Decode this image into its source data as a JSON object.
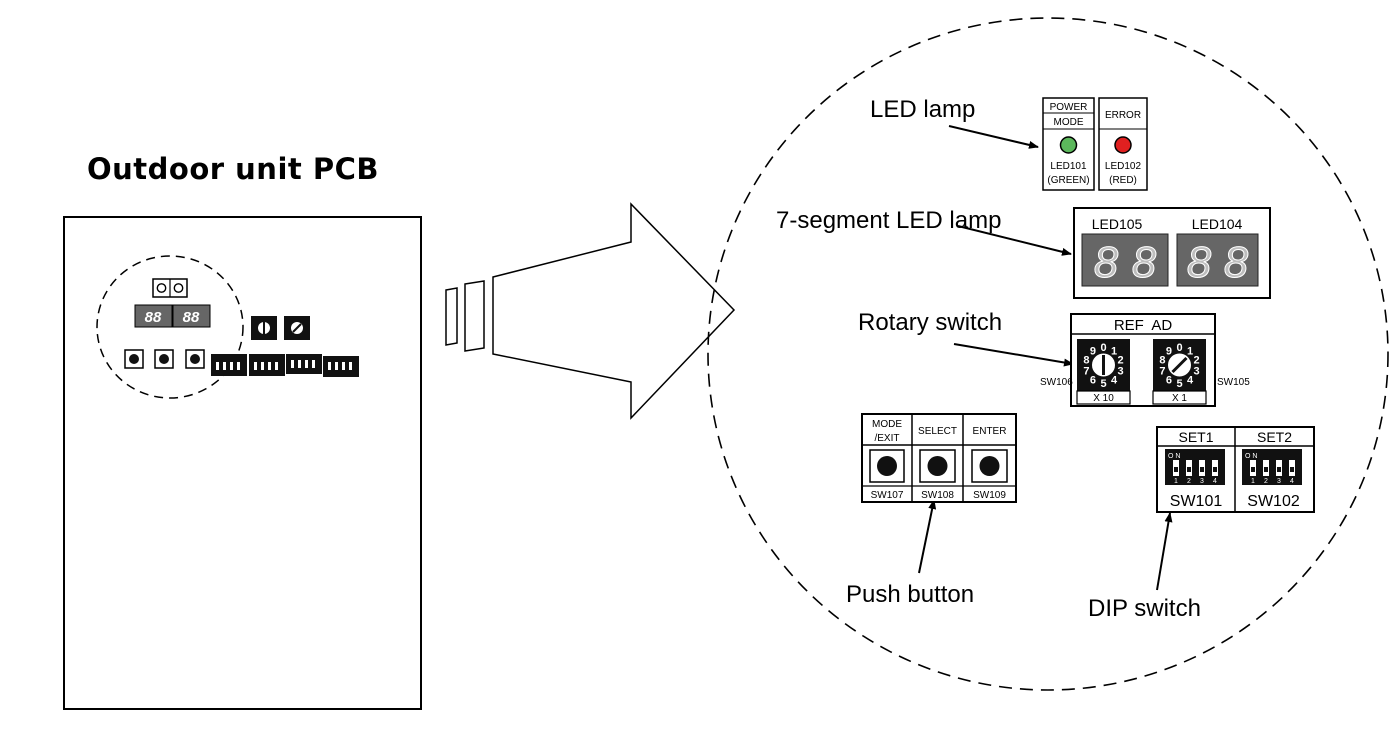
{
  "pcb_title": "Outdoor unit PCB",
  "callouts": {
    "led_lamp": "LED lamp",
    "seven_segment": "7-segment LED lamp",
    "rotary_switch": "Rotary switch",
    "push_button": "Push button",
    "dip_switch": "DIP switch"
  },
  "led_panel": {
    "power_label": "POWER",
    "mode_label": "MODE",
    "error_label": "ERROR",
    "led1_id": "LED101",
    "led1_color_label": "(GREEN)",
    "led2_id": "LED102",
    "led2_color_label": "(RED)",
    "led1_color": "#5cb85c",
    "led2_color": "#e02020"
  },
  "seg_panel": {
    "left_label": "LED105",
    "right_label": "LED104",
    "digit_char": "8"
  },
  "rotary_panel": {
    "title": "REF  AD",
    "left_label": "X 10",
    "right_label": "X 1",
    "left_sw": "SW106",
    "right_sw": "SW105",
    "dial_digits": [
      "0",
      "1",
      "2",
      "3",
      "4",
      "5",
      "6",
      "7",
      "8",
      "9"
    ]
  },
  "push_panel": {
    "buttons": [
      {
        "label_line1": "MODE",
        "label_line2": "/EXIT",
        "sw": "SW107"
      },
      {
        "label_line1": "SELECT",
        "label_line2": "",
        "sw": "SW108"
      },
      {
        "label_line1": "ENTER",
        "label_line2": "",
        "sw": "SW109"
      }
    ]
  },
  "dip_panel": {
    "left_title": "SET1",
    "right_title": "SET2",
    "on_label": "O N",
    "numbers": [
      "1",
      "2",
      "3",
      "4"
    ],
    "left_sw": "SW101",
    "right_sw": "SW102"
  }
}
